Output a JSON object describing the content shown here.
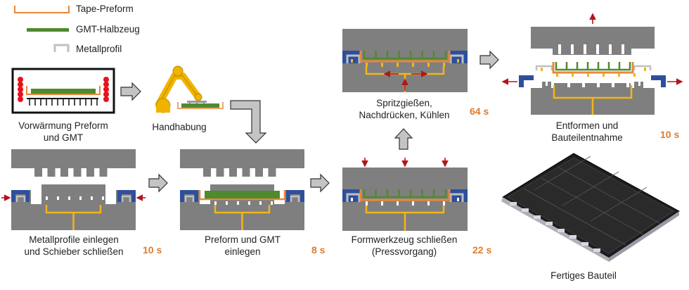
{
  "colors": {
    "mold": "#7f7f7f",
    "slider": "#2e4f9c",
    "metal_profile": "#c0c0c0",
    "tape_preform": "#e8883a",
    "gmt": "#4f8a2f",
    "runner": "#f2b619",
    "force_arrow": "#b4141c",
    "process_arrow_fill": "#c4c4c4",
    "time_text": "#e07b2a",
    "heater": "#e8121a",
    "robot": "#f0b400"
  },
  "legend": [
    {
      "icon": "tape-preform-icon",
      "label": "Tape-Preform"
    },
    {
      "icon": "gmt-halbzeug-icon",
      "label": "GMT-Halbzeug"
    },
    {
      "icon": "metallprofil-icon",
      "label": "Metallprofil"
    }
  ],
  "steps": {
    "preheat": {
      "label_1": "Vorwärmung Preform",
      "label_2": "und GMT"
    },
    "handling": {
      "label": "Handhabung"
    },
    "insert_profiles": {
      "label_1": "Metallprofile einlegen",
      "label_2": "und Schieber schließen",
      "time": "10 s"
    },
    "insert_preform": {
      "label_1": "Preform und GMT",
      "label_2": "einlegen",
      "time": "8 s"
    },
    "close_mold": {
      "label_1": "Formwerkzeug schließen",
      "label_2": "(Pressvorgang)",
      "time": "22 s"
    },
    "injection": {
      "label_1": "Spritzgießen,",
      "label_2": "Nachdrücken, Kühlen",
      "time": "64 s"
    },
    "demold": {
      "label_1": "Entformen und",
      "label_2": "Bauteilentnahme",
      "time": "10 s"
    },
    "finished": {
      "label": "Fertiges Bauteil"
    }
  }
}
